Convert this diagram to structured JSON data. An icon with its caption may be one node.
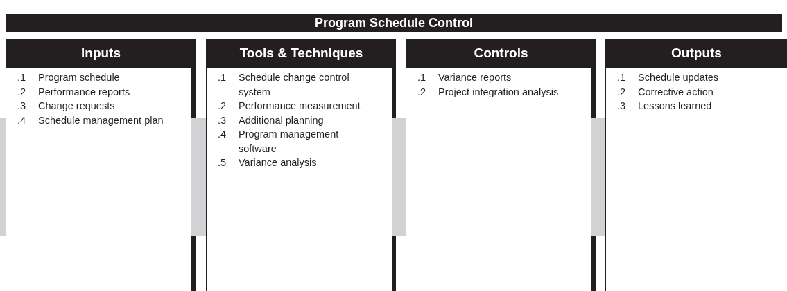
{
  "diagram": {
    "title": "Program Schedule Control",
    "nodes": [
      {
        "text": [
          "Inputs",
          ".1 Program schedule",
          ".2 Performance reports",
          ".3 Change requests",
          ".4 Schedule management plan"
        ]
      },
      {
        "text": [
          "Tools & Techniques",
          ".1 Schedule change control system",
          ".2 Performance measurement",
          ".3 Additional planning",
          ".4 Program management software",
          ".5 Variance analysis"
        ]
      },
      {
        "text": [
          "Controls",
          ".1 Variance reports",
          ".2 Project integration analysis"
        ]
      },
      {
        "text": [
          "Outputs",
          ".1 Schedule updates",
          ".2 Corrective action",
          ".3 Lessons learned"
        ]
      }
    ],
    "edges": [
      {
        "from": null,
        "to": 0,
        "arrow": "none"
      },
      {
        "from": 0,
        "to": 1,
        "arrow": "none"
      },
      {
        "from": 1,
        "to": 2,
        "arrow": "none"
      },
      {
        "from": 2,
        "to": 3,
        "arrow": "none"
      }
    ]
  }
}
